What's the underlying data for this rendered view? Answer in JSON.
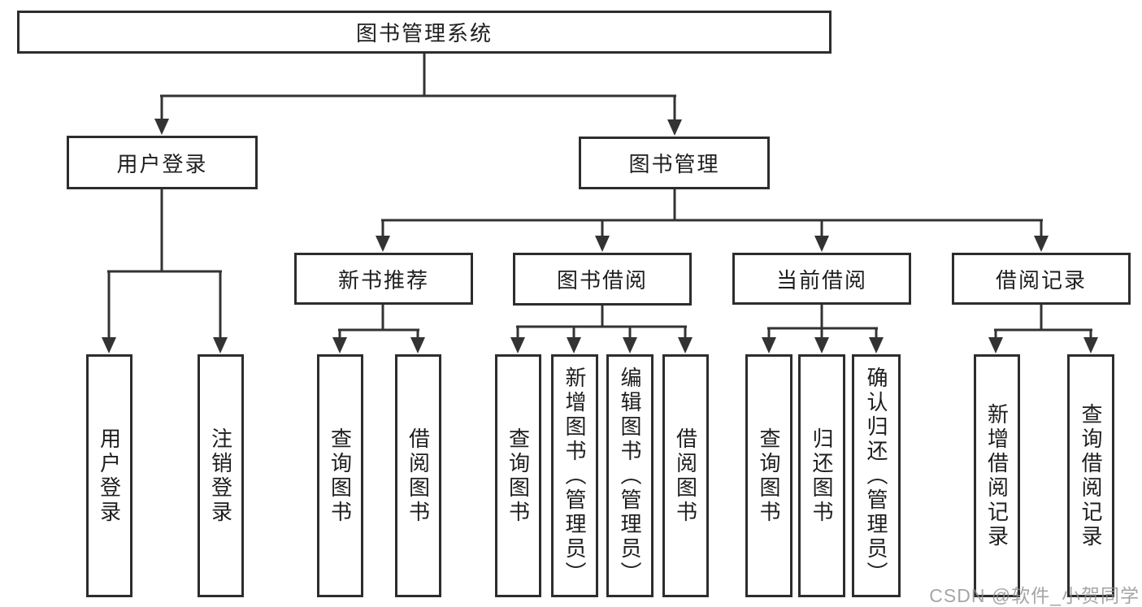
{
  "diagram": {
    "root": {
      "label": "图书管理系统"
    },
    "branches": [
      {
        "label": "用户登录",
        "leaves": [
          {
            "label": "用户登录"
          },
          {
            "label": "注销登录"
          }
        ]
      },
      {
        "label": "图书管理",
        "groups": [
          {
            "label": "新书推荐",
            "leaves": [
              {
                "label": "查询图书"
              },
              {
                "label": "借阅图书"
              }
            ]
          },
          {
            "label": "图书借阅",
            "leaves": [
              {
                "label": "查询图书"
              },
              {
                "label": "新增图书（管理员）"
              },
              {
                "label": "编辑图书（管理员）"
              },
              {
                "label": "借阅图书"
              }
            ]
          },
          {
            "label": "当前借阅",
            "leaves": [
              {
                "label": "查询图书"
              },
              {
                "label": "归还图书"
              },
              {
                "label": "确认归还（管理员）"
              }
            ]
          },
          {
            "label": "借阅记录",
            "leaves": [
              {
                "label": "新增借阅记录"
              },
              {
                "label": "查询借阅记录"
              }
            ]
          }
        ]
      }
    ]
  },
  "watermark": {
    "text": "CSDN @软件_小贺同学"
  },
  "colors": {
    "background": "#ffffff",
    "line": "#333333",
    "box_border": "#2d2d2d",
    "text": "#1e1e1e",
    "watermark": "#8f8f8f"
  }
}
